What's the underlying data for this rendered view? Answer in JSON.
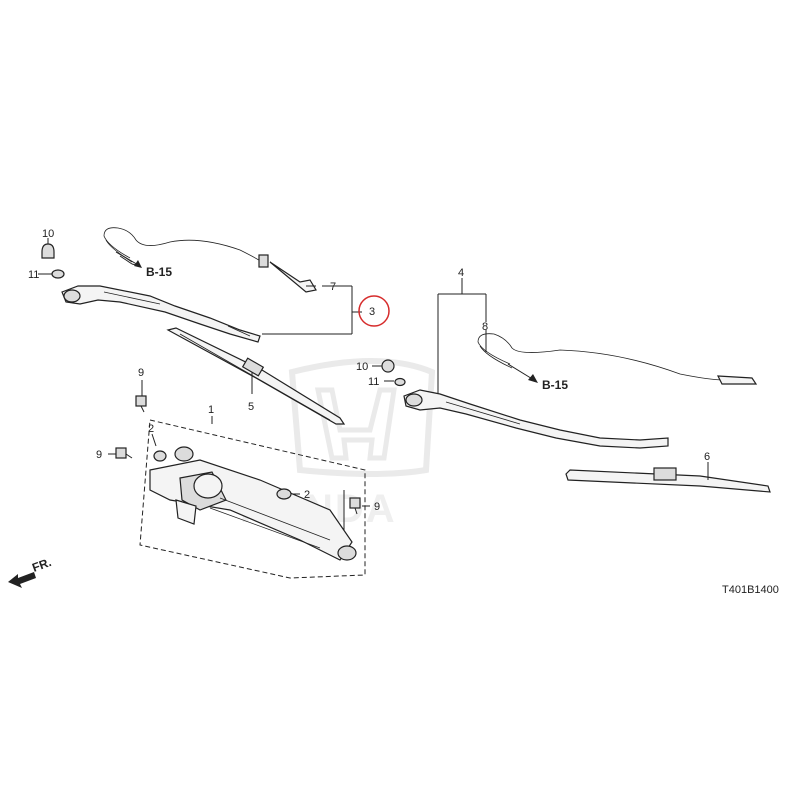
{
  "callouts": {
    "p1": "1",
    "p2a": "2",
    "p2b": "2",
    "p3": "3",
    "p4": "4",
    "p5": "5",
    "p6": "6",
    "p7": "7",
    "p8": "8",
    "p9a": "9",
    "p9b": "9",
    "p9c": "9",
    "p10a": "10",
    "p10b": "10",
    "p11a": "11",
    "p11b": "11"
  },
  "refs": {
    "left": "B-15",
    "right": "B-15"
  },
  "direction_label": "FR.",
  "diagram_code": "T401B1400",
  "watermark": "HONDA",
  "colors": {
    "line": "#222222",
    "highlight": "#d62b2b",
    "watermark": "#e6e6e6"
  }
}
